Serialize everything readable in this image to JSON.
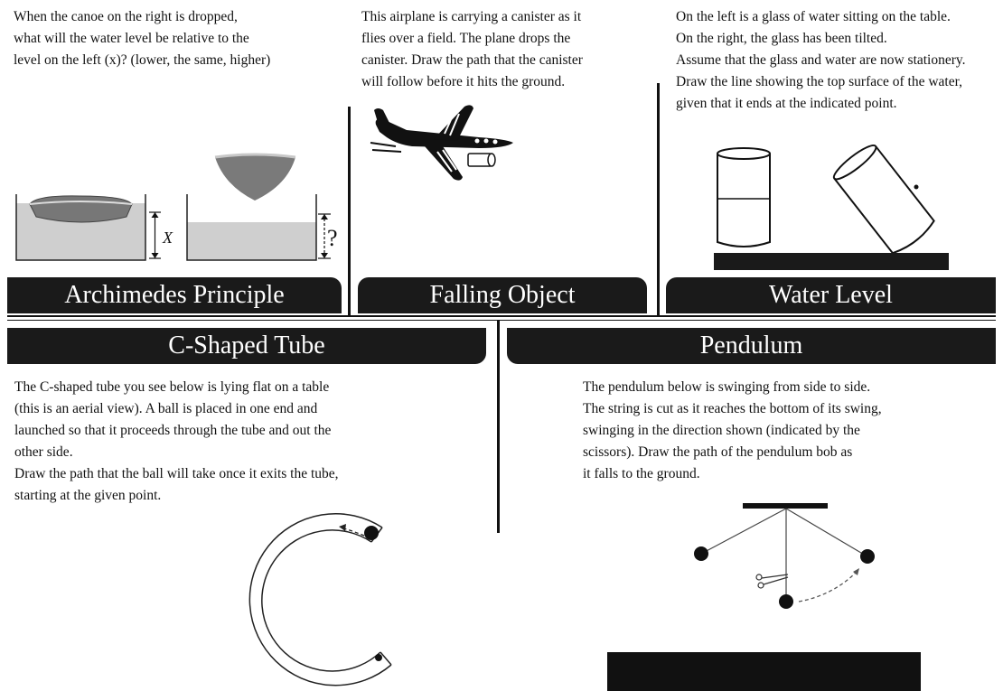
{
  "panels": {
    "archimedes": {
      "title": "Archimedes Principle",
      "prompt": "When the canoe on the right is dropped,\nwhat will the water level be relative to the\nlevel on the left (x)? (lower, the same, higher)",
      "left_label": "X",
      "right_label": "?"
    },
    "falling_object": {
      "title": "Falling Object",
      "prompt": "This airplane is carrying a canister as it\nflies over a field. The plane drops the\ncanister. Draw the path that the canister\nwill follow before it hits the ground."
    },
    "water_level": {
      "title": "Water Level",
      "prompt": "On the left is a glass of water sitting on the table.\nOn the right, the glass has been tilted.\nAssume that the glass and water are now stationery.\nDraw the line showing the top surface of the water,\ngiven that it ends at the indicated point."
    },
    "c_tube": {
      "title": "C-Shaped Tube",
      "prompt": "The C-shaped tube you see below is lying flat on a table\n(this is an aerial view). A ball is placed in one end and\nlaunched so that it proceeds through the tube and out the\nother side.\nDraw the path that the ball will take once it exits the tube,\nstarting at the given point."
    },
    "pendulum": {
      "title": "Pendulum",
      "prompt": "The pendulum below is swinging from side to side.\nThe string is cut as it reaches the bottom of its swing,\nswinging in the direction shown (indicated by the\nscissors). Draw the path of the pendulum bob as\nit falls to the ground."
    }
  }
}
